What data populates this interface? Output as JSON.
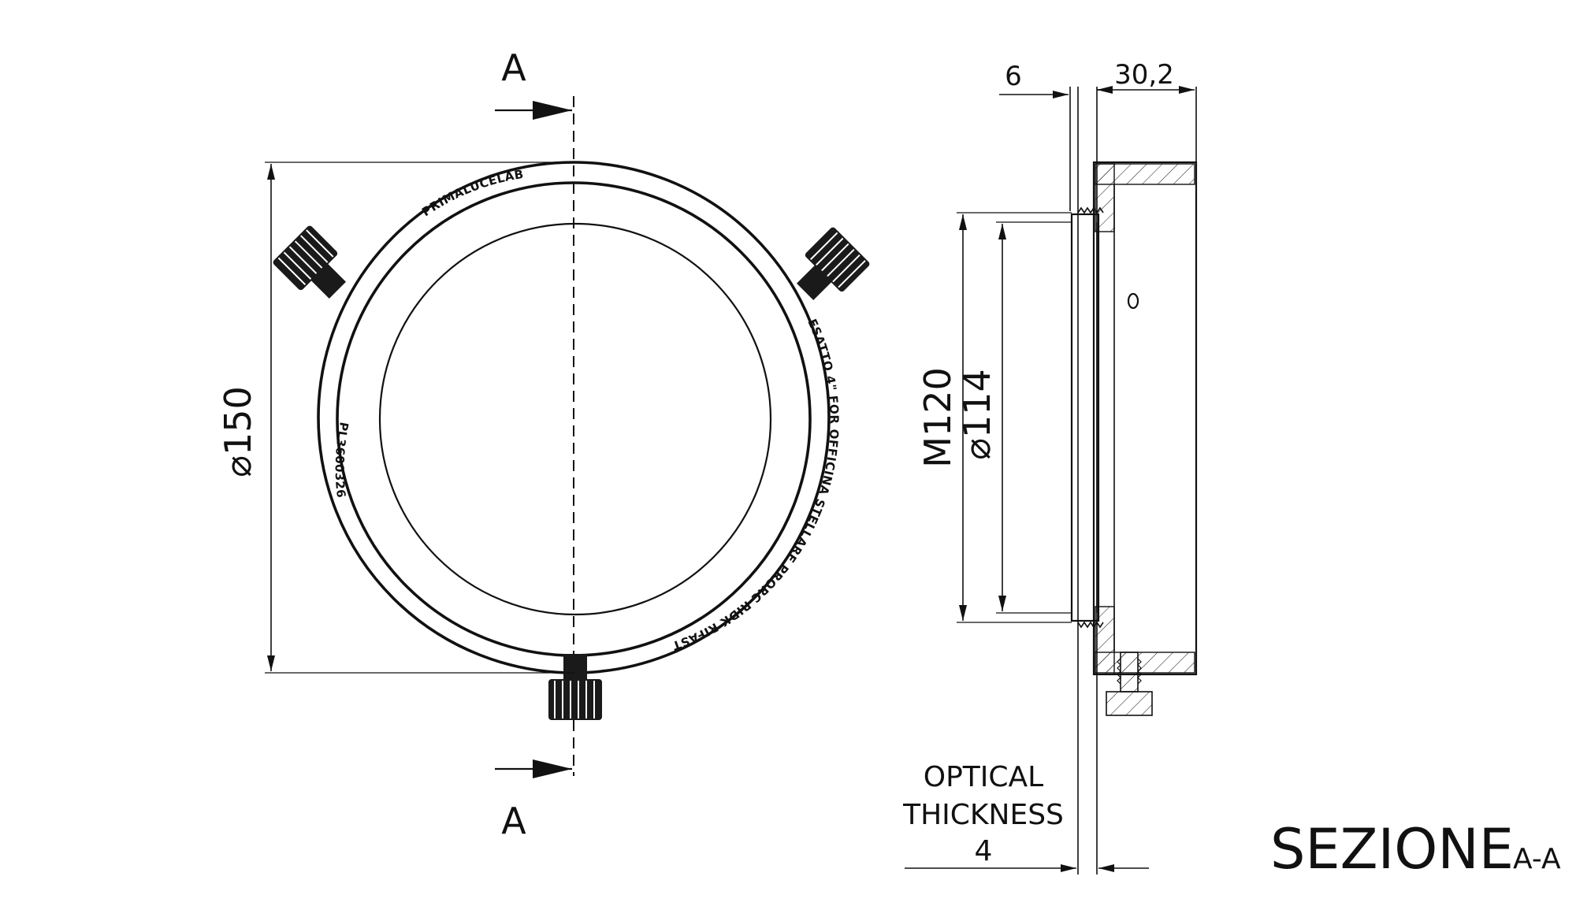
{
  "front_view": {
    "section_mark_top": "A",
    "section_mark_bottom": "A",
    "dim_outer_diameter": "⌀150",
    "engraving_top": "PRIMALUCELAB",
    "engraving_left": "PL3600326",
    "engraving_right": "ESATTO 4\" FOR OFFICINA STELLARE PRORC RIDK RIFAST"
  },
  "section_view": {
    "dim_flange": "6",
    "dim_length": "30,2",
    "dim_thread": "M120",
    "dim_bore": "⌀114",
    "note_line1": "OPTICAL",
    "note_line2": "THICKNESS",
    "note_value": "4",
    "section_title": "SEZIONE",
    "section_id": "A-A"
  }
}
